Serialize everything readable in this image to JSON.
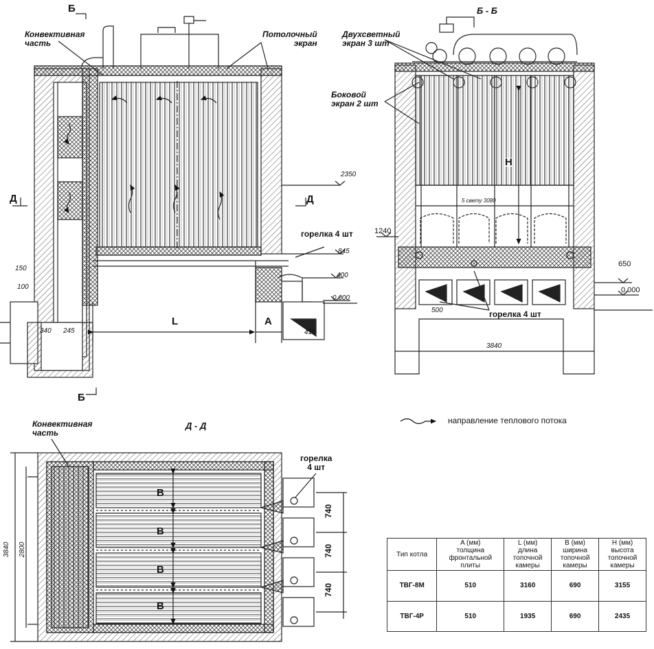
{
  "section_marks": {
    "b_top": "Б",
    "b_bottom": "Б",
    "bb_title": "Б - Б",
    "d_left": "Д",
    "d_right": "Д",
    "dd_title": "Д - Д"
  },
  "callouts": {
    "convective_part": "Конвективная\nчасть",
    "ceiling_screen": "Потолочный\nэкран",
    "double_light_screen": "Двухсветный\nэкран 3 шт",
    "side_screen": "Боковой\nэкран 2 шт",
    "burner_front": "горелка 4 шт",
    "burner_section": "горелка 4 шт",
    "convective_part_plan": "Конвективная\nчасть",
    "burner_plan": "горелка\n4 шт"
  },
  "dimension_letters": {
    "L": "L",
    "A": "A",
    "H": "H",
    "B1": "B",
    "B2": "B",
    "B3": "B",
    "B4": "B"
  },
  "levels": {
    "front_2350": "2350",
    "front_845": "845",
    "front_400": "400",
    "front_000": "0,000",
    "section_1240": "1240",
    "section_650": "650",
    "section_000": "0,000",
    "section_3840": "3840"
  },
  "small_dims": {
    "d150": "150",
    "d100": "100",
    "d340": "340",
    "d245": "245",
    "d410": "410",
    "d500": "500",
    "clear": "5 свету 3080",
    "plan_3840": "3840",
    "plan_2800": "2800",
    "p740a": "740",
    "p740b": "740",
    "p740c": "740"
  },
  "legend": {
    "text": "направление теплового потока"
  },
  "table": {
    "headers": [
      "Тип котла",
      "A (мм)\nтолщина\nфронтальной\nплиты",
      "L (мм)\nдлина\nтопочной\nкамеры",
      "B (мм)\nширина\nтопочной\nкамеры",
      "H (мм)\nвысота\nтопочной\nкамеры"
    ],
    "rows": [
      [
        "ТВГ-8М",
        "510",
        "3160",
        "690",
        "3155"
      ],
      [
        "ТВГ-4Р",
        "510",
        "1935",
        "690",
        "2435"
      ]
    ]
  }
}
